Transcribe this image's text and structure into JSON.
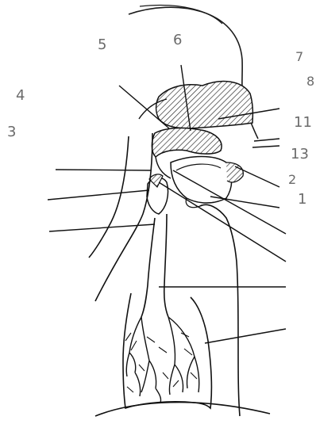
{
  "diagram": {
    "labels": {
      "l1": "1",
      "l3": "3",
      "l4": "4",
      "l5": "5",
      "l6": "6",
      "l11": "11",
      "l13": "13",
      "l7_partial": "7",
      "l8_partial": "8",
      "l2_partial": "2"
    }
  }
}
